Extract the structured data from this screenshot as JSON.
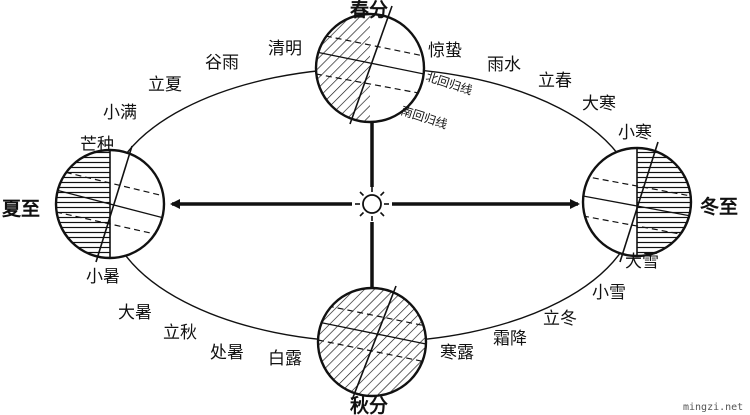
{
  "seasons": {
    "spring_equinox": "春分",
    "summer_solstice": "夏至",
    "autumn_equinox": "秋分",
    "winter_solstice": "冬至"
  },
  "solar_terms": {
    "qingming": "清明",
    "guyu": "谷雨",
    "lixia": "立夏",
    "xiaoman": "小满",
    "mangzhong": "芒种",
    "xiaoshu": "小暑",
    "dashu": "大暑",
    "liqiu": "立秋",
    "chushu": "处暑",
    "bailu": "白露",
    "hanlu": "寒露",
    "shuangjiang": "霜降",
    "lidong": "立冬",
    "xiaoxue": "小雪",
    "daxue": "大雪",
    "xiaohan": "小寒",
    "dahan": "大寒",
    "lichun": "立春",
    "yushui": "雨水",
    "jingzhe": "惊蛰"
  },
  "tropics": {
    "north": "北回归线",
    "south": "南回归线"
  },
  "icons": {
    "sun": "sun-icon"
  },
  "colors": {
    "ink": "#111111",
    "background": "#ffffff"
  },
  "watermark": "mingzi.net"
}
